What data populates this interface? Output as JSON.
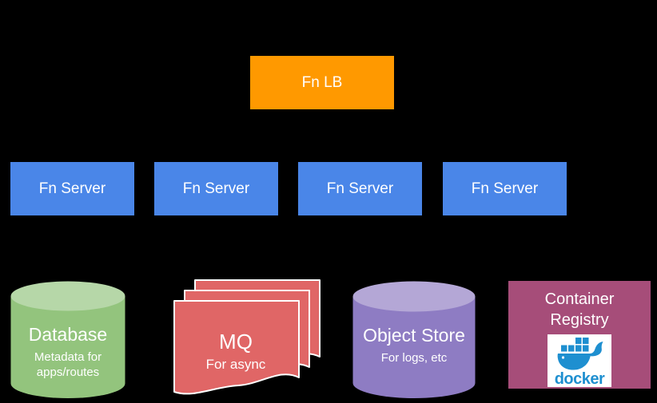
{
  "canvas": {
    "background": "#000000"
  },
  "lb": {
    "label": "Fn LB",
    "color": "#FF9900",
    "text_color": "#FFFFFF"
  },
  "servers": {
    "color": "#4A86E8",
    "text_color": "#FFFFFF",
    "items": [
      {
        "label": "Fn Server"
      },
      {
        "label": "Fn Server"
      },
      {
        "label": "Fn Server"
      },
      {
        "label": "Fn Server"
      }
    ]
  },
  "database": {
    "title": "Database",
    "subtitle": "Metadata for apps/routes",
    "body_color": "#93C47D",
    "top_color": "#B6D7A8",
    "text_color": "#FFFFFF"
  },
  "mq": {
    "title": "MQ",
    "subtitle": "For async",
    "fill_color": "#E06666",
    "border_color": "#FFFFFF",
    "text_color": "#FFFFFF"
  },
  "object_store": {
    "title": "Object Store",
    "subtitle": "For logs, etc",
    "body_color": "#8E7CC3",
    "top_color": "#B4A7D6",
    "text_color": "#FFFFFF"
  },
  "container_registry": {
    "title": "Container Registry",
    "fill_color": "#A64D79",
    "text_color": "#FFFFFF",
    "docker": {
      "wordmark": "docker",
      "color": "#1E8FD0",
      "bg": "#FFFFFF"
    }
  }
}
